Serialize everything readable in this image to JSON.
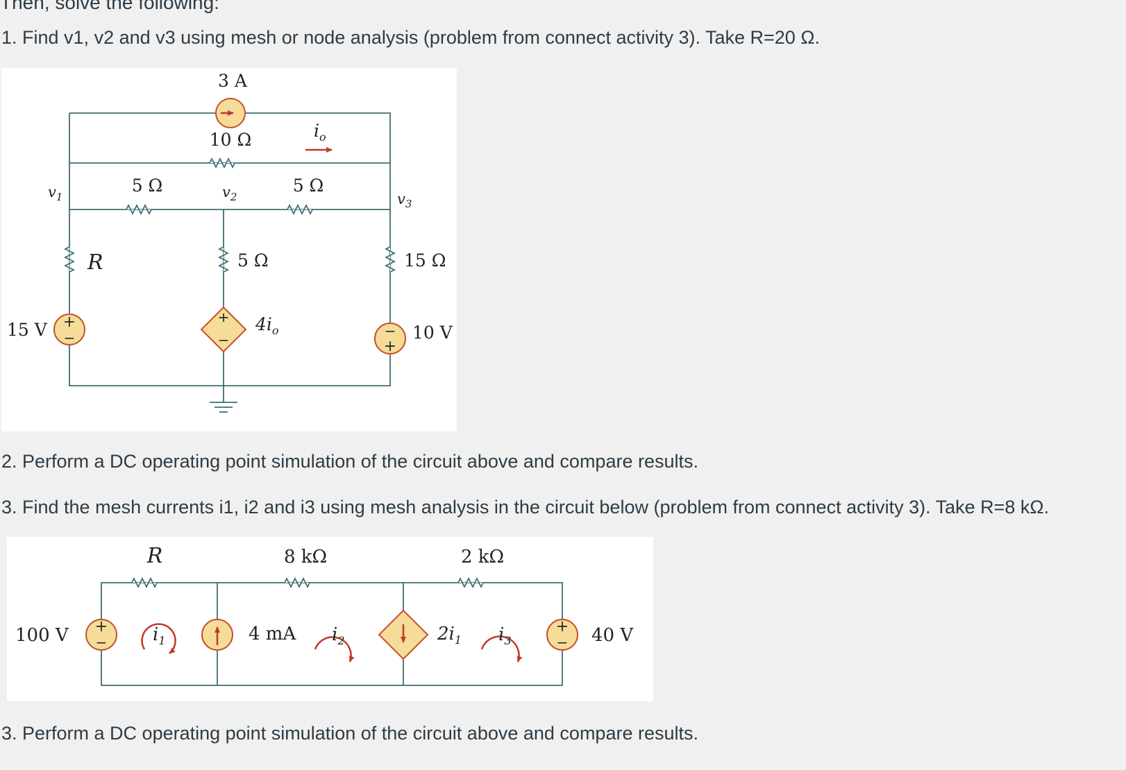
{
  "page": {
    "cut_heading": "Then, solve the following:",
    "question_1": "1. Find v1, v2 and v3 using mesh or node analysis (problem from connect activity 3). Take R=20 Ω.",
    "question_2": "2. Perform a DC operating point simulation of the circuit above and compare results.",
    "question_3": "3. Find the mesh currents i1, i2 and i3 using mesh analysis in the circuit below (problem from connect activity 3). Take R=8 kΩ.",
    "question_4": "3. Perform a DC operating point simulation of the circuit above and compare results."
  },
  "circuit1": {
    "source_3A": "3 A",
    "res_10": "10 Ω",
    "io_label": "i",
    "io_sub": "o",
    "res_5_left": "5 Ω",
    "res_5_right": "5 Ω",
    "v1": "v",
    "v1_sub": "1",
    "v2": "v",
    "v2_sub": "2",
    "v3": "v",
    "v3_sub": "3",
    "R_label": "R",
    "res_5_mid": "5 Ω",
    "res_15": "15 Ω",
    "src_15V": "15 V",
    "dep_src": "4i",
    "dep_src_sub": "o",
    "src_10V": "10 V",
    "plus": "+",
    "minus": "−"
  },
  "circuit2": {
    "R_label": "R",
    "res_8k": "8 kΩ",
    "res_2k": "2 kΩ",
    "src_100V": "100 V",
    "i1": "i",
    "i1_sub": "1",
    "src_4mA": "4 mA",
    "i2": "i",
    "i2_sub": "2",
    "dep_src": "2i",
    "dep_src_sub": "1",
    "i3": "i",
    "i3_sub": "3",
    "src_40V": "40 V",
    "plus": "+",
    "minus": "−"
  },
  "colors": {
    "wire": "#3f6e70",
    "source_fill": "#f5dc98",
    "source_stroke": "#c8502a",
    "arrow": "#c0392b"
  }
}
